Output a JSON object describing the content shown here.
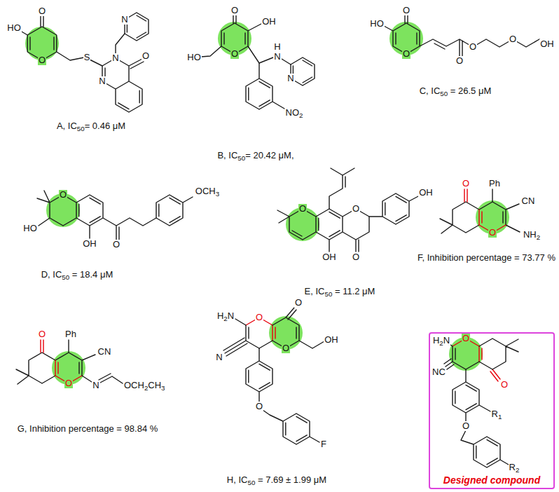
{
  "diagram": {
    "nodes": [
      {
        "text": [
          "H2N",
          "O",
          "NC",
          "O",
          "R1",
          "O",
          "R2",
          "Designed compound"
        ]
      }
    ],
    "labels": [
      "O",
      "HO",
      "N",
      "S",
      "N",
      "O",
      "O",
      "N",
      "A, IC50= 0.46 μM",
      "O",
      "OH",
      "H",
      "N",
      "HO",
      "O",
      "N",
      "NO2",
      "B, IC50= 20.42 μM,",
      "HO",
      "O",
      "O",
      "O",
      "O",
      "O",
      "OH",
      "C, IC50 = 26.5 μM",
      "O",
      "HO",
      "OCH3",
      "OH",
      "O",
      "D, IC50 = 18.4 μM",
      "O",
      "O",
      "OH",
      "OH",
      "O",
      "E, IC50 = 11.2 μM",
      "O",
      "Ph",
      "CN",
      "NH2",
      "O",
      "F, Inhibition percentage = 73.77 %",
      "O",
      "Ph",
      "CN",
      "N",
      "OCH2CH3",
      "O",
      "G, Inhibition percentage = 98.84 %",
      "H2N",
      "O",
      "O",
      "OH",
      "O",
      "N",
      "O",
      "F",
      "H, IC50 = 7.69 ± 1.99 μM"
    ]
  }
}
